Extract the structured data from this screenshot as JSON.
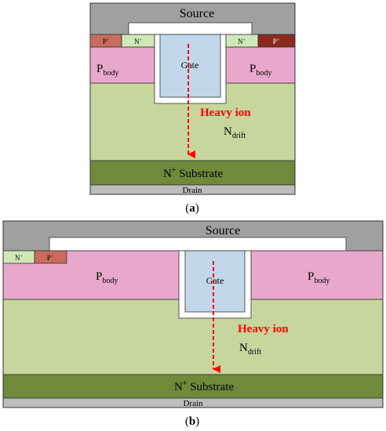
{
  "colors": {
    "source": "#a0a0a0",
    "drain": "#bdbdbd",
    "oxide": "#ffffff",
    "gate": "#c2d8ea",
    "p_body": "#e8a8cc",
    "n_drift": "#c7d69d",
    "n_substrate": "#6e8a3a",
    "n_plus": "#cfe8b8",
    "p_plus_light": "#c96b5e",
    "p_plus_dark": "#8a2a1e",
    "heavy_ion": "#ff0000",
    "outline": "#333333"
  },
  "panels": [
    {
      "caption": "a",
      "labels": {
        "source": "Source",
        "gate": "Gate",
        "p_body_main": "P",
        "p_body_sub": "body",
        "n_drift_main": "N",
        "n_drift_sub": "drift",
        "heavy_ion": "Heavy ion",
        "substrate_main": "N",
        "substrate_sup": "+",
        "substrate_rest": " Substrate",
        "drain": "Drain",
        "n_plus_main": "N",
        "n_plus_sup": "+",
        "p_plus_main": "P",
        "p_plus_sup": "+"
      }
    },
    {
      "caption": "b",
      "labels": {
        "source": "Source",
        "gate": "Gate",
        "p_body_main": "P",
        "p_body_sub": "body",
        "n_drift_main": "N",
        "n_drift_sub": "drift",
        "heavy_ion": "Heavy ion",
        "substrate_main": "N",
        "substrate_sup": "+",
        "substrate_rest": " Substrate",
        "drain": "Drain",
        "n_plus_main": "N",
        "n_plus_sup": "+",
        "p_plus_main": "P",
        "p_plus_sup": "+"
      }
    }
  ]
}
